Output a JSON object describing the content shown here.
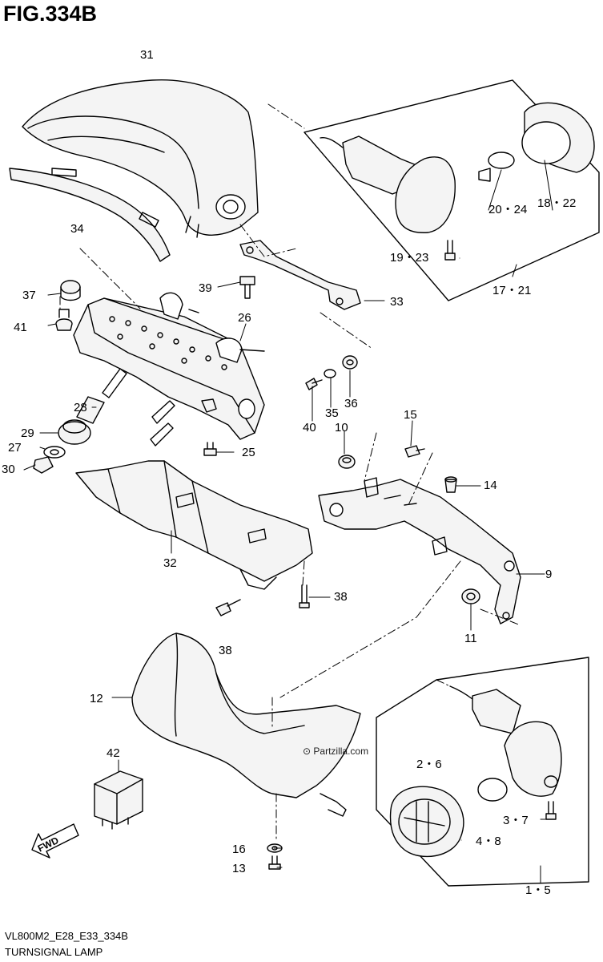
{
  "figure": {
    "title": "FIG.334B",
    "code": "VL800M2_E28_E33_334B",
    "subtitle": "TURNSIGNAL LAMP",
    "watermark": "Partzilla.com",
    "fwd_label": "FWD"
  },
  "callouts": [
    "31",
    "34",
    "37",
    "41",
    "39",
    "26",
    "33",
    "17・21",
    "19・23",
    "20・24",
    "18・22",
    "28",
    "29",
    "27",
    "30",
    "25",
    "40",
    "35",
    "36",
    "10",
    "15",
    "14",
    "9",
    "11",
    "32",
    "38",
    "38",
    "12",
    "42",
    "2・6",
    "3・7",
    "4・8",
    "1・5",
    "16",
    "13"
  ],
  "colors": {
    "line": "#000000",
    "background": "#ffffff",
    "part_fill": "#f2f2f2"
  }
}
